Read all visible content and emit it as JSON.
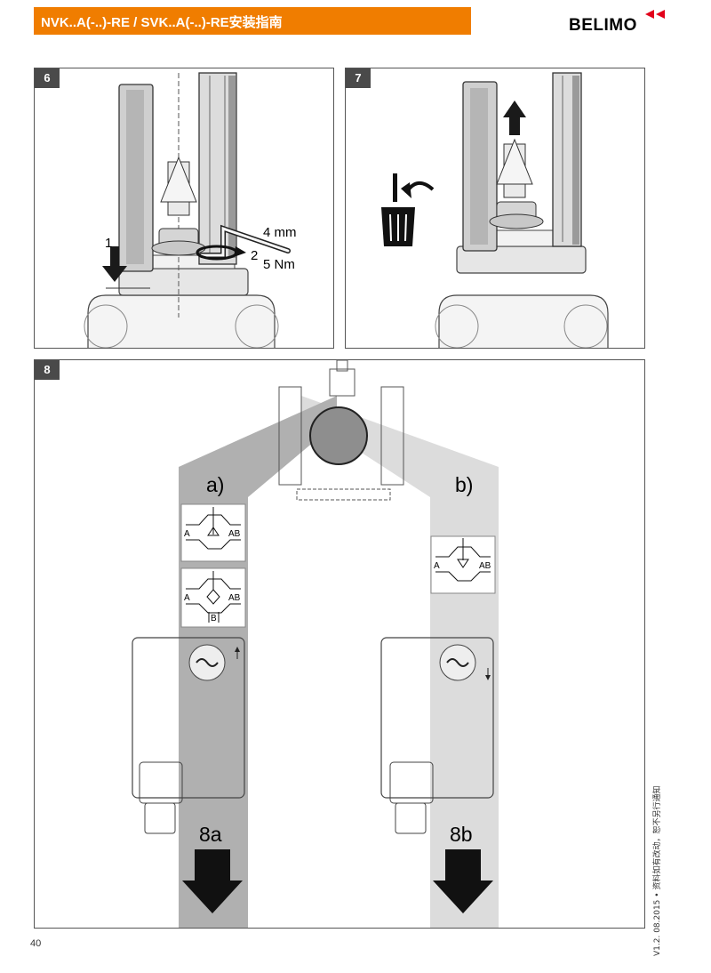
{
  "header": {
    "title": "NVK..A(-..)-RE / SVK..A(-..)-RE安装指南"
  },
  "logo": {
    "text": "BELIMO"
  },
  "panels": [
    {
      "step": "6",
      "callout_1": "1",
      "callout_2": "2",
      "hex_size": "4 mm",
      "torque": "5 Nm"
    },
    {
      "step": "7"
    },
    {
      "step": "8",
      "option_a": "a)",
      "option_b": "b)",
      "port_a": "A",
      "port_ab": "AB",
      "port_b": "B",
      "mount_a": "8a",
      "mount_b": "8b"
    }
  ],
  "footer": {
    "page_number": "40",
    "version_note": "V1.2. 08.2015 • 资料如有改动，恕不另行通知"
  },
  "colors": {
    "accent": "#f07d00",
    "logo_red": "#e2001a",
    "dark_gray": "#a8a8a8",
    "light_gray": "#d9d9d9"
  }
}
